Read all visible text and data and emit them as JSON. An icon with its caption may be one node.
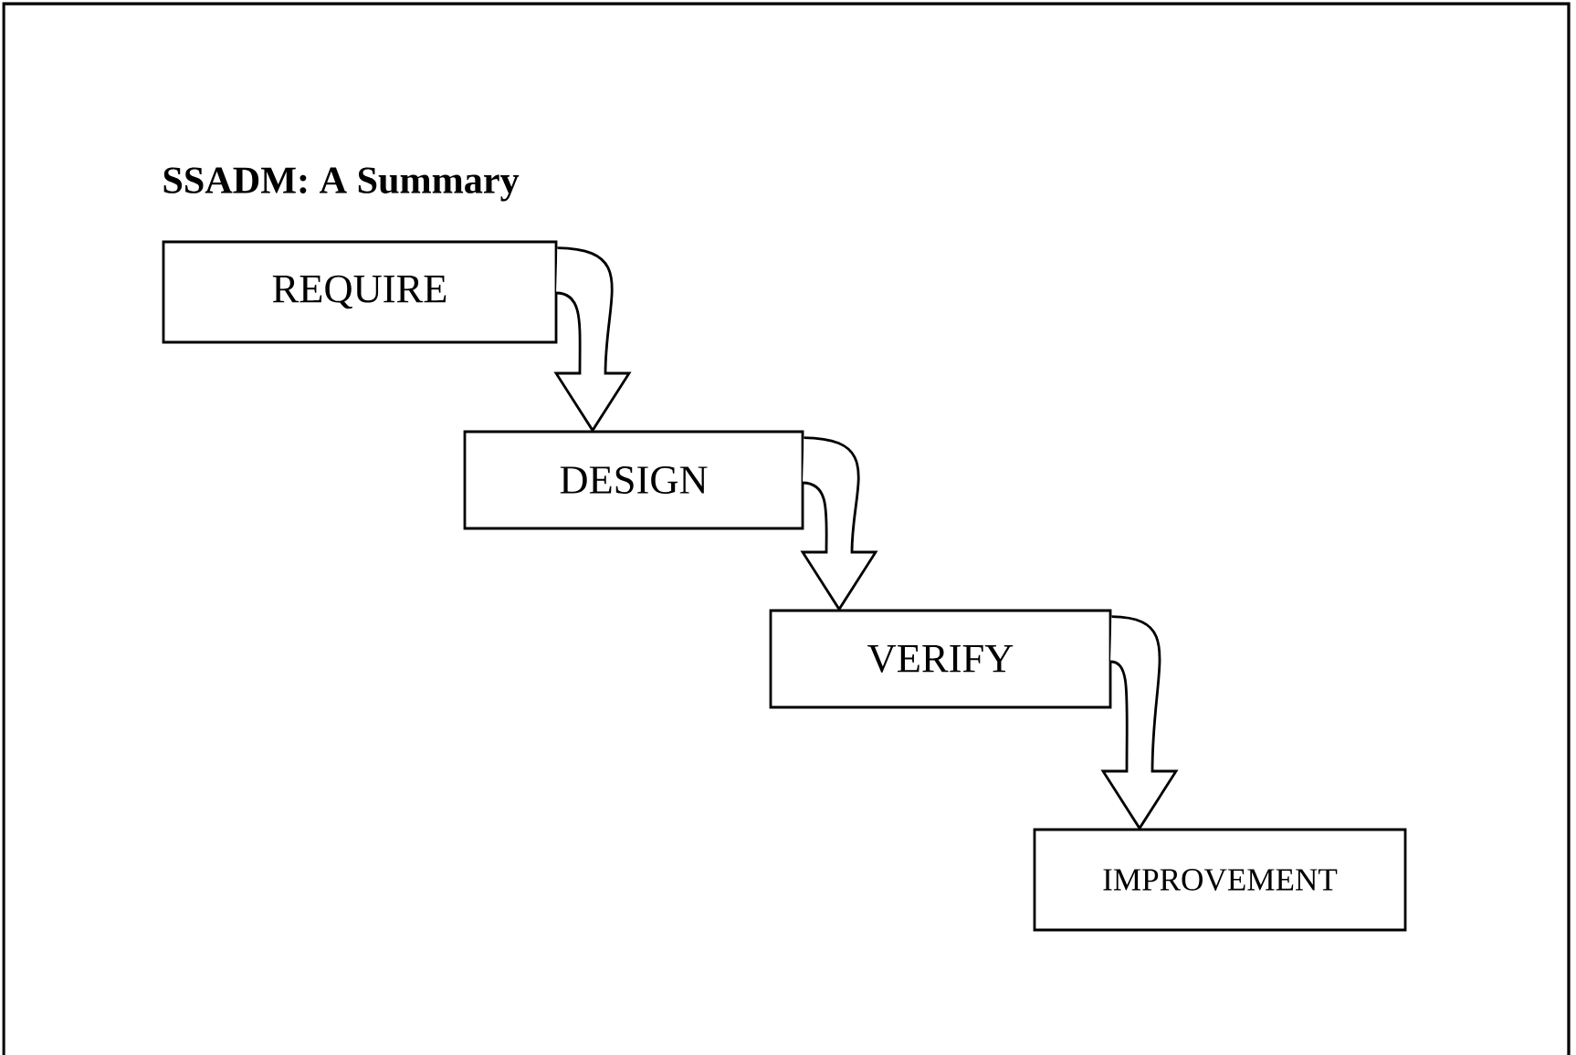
{
  "diagram": {
    "title": "SSADM: A Summary",
    "nodes": [
      {
        "text": [
          "REQUIRE"
        ]
      },
      {
        "text": [
          "DESIGN"
        ]
      },
      {
        "text": [
          "VERIFY"
        ]
      },
      {
        "text": [
          "IMPROVEMENT"
        ]
      }
    ],
    "edges": [
      {
        "from": 0,
        "to": 1,
        "arrow": "to"
      },
      {
        "from": 1,
        "to": 2,
        "arrow": "to"
      },
      {
        "from": 2,
        "to": 3,
        "arrow": "to"
      }
    ]
  }
}
